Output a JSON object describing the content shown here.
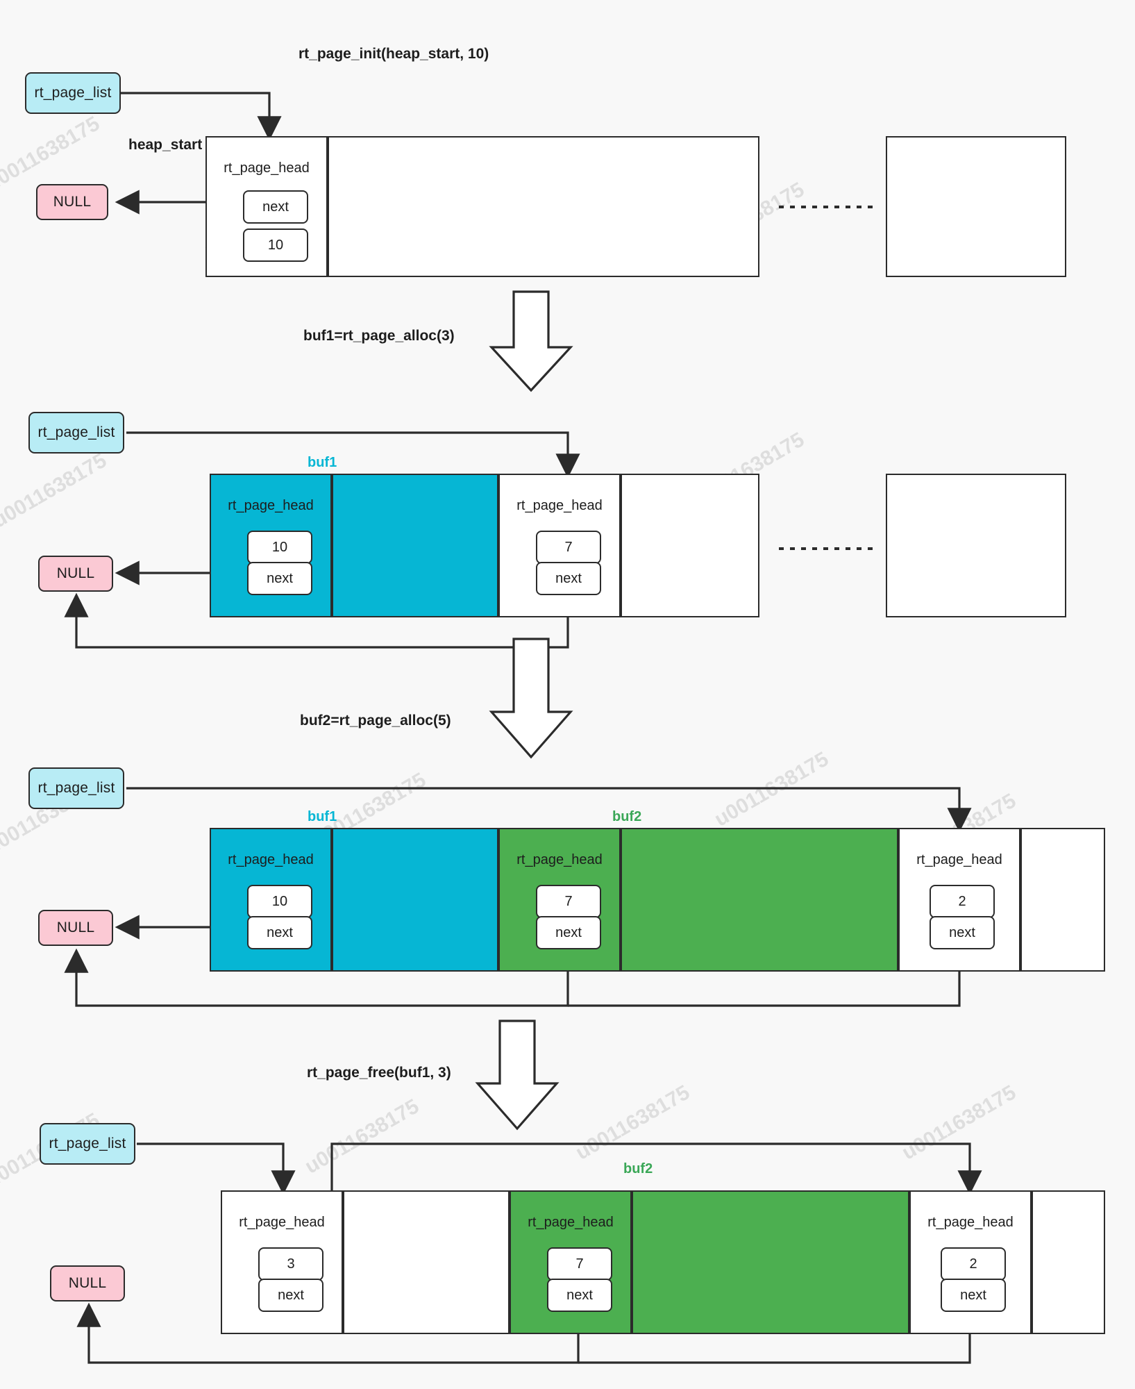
{
  "page": {
    "background": "#f8f8f8",
    "watermark_text": "u0011638175"
  },
  "colors": {
    "buf1": "#06b6d4",
    "buf2": "#4caf50",
    "list_box": "#b8ecf5",
    "null_box": "#fbc9d4",
    "stroke": "#2b2b2b"
  },
  "labels": {
    "rt_page_list": "rt_page_list",
    "null": "NULL",
    "rt_page_head": "rt_page_head",
    "next": "next",
    "heap_start": "heap_start",
    "buf1": "buf1",
    "buf2": "buf2"
  },
  "steps": [
    {
      "id": "step-init",
      "caption": "rt_page_init(heap_start, 10)",
      "heads": [
        {
          "name": "head-a",
          "value": "10",
          "fields_order": [
            "next",
            "10"
          ]
        }
      ]
    },
    {
      "id": "step-alloc-buf1",
      "caption": "buf1=rt_page_alloc(3)",
      "heads": [
        {
          "name": "head-a",
          "value": "10",
          "fields_order": [
            "10",
            "next"
          ]
        },
        {
          "name": "head-b",
          "value": "7",
          "fields_order": [
            "7",
            "next"
          ]
        }
      ]
    },
    {
      "id": "step-alloc-buf2",
      "caption": "buf2=rt_page_alloc(5)",
      "heads": [
        {
          "name": "head-a",
          "value": "10",
          "fields_order": [
            "10",
            "next"
          ]
        },
        {
          "name": "head-b",
          "value": "7",
          "fields_order": [
            "7",
            "next"
          ]
        },
        {
          "name": "head-c",
          "value": "2",
          "fields_order": [
            "2",
            "next"
          ]
        }
      ]
    },
    {
      "id": "step-free-buf1",
      "caption": "rt_page_free(buf1, 3)",
      "heads": [
        {
          "name": "head-a",
          "value": "3",
          "fields_order": [
            "3",
            "next"
          ]
        },
        {
          "name": "head-b",
          "value": "7",
          "fields_order": [
            "7",
            "next"
          ]
        },
        {
          "name": "head-c",
          "value": "2",
          "fields_order": [
            "2",
            "next"
          ]
        }
      ]
    }
  ],
  "s1": {
    "caption": "rt_page_init(heap_start, 10)",
    "list": "rt_page_list",
    "null": "NULL",
    "heap_start": "heap_start",
    "head": "rt_page_head",
    "next": "next",
    "size": "10"
  },
  "s2": {
    "caption": "buf1=rt_page_alloc(3)",
    "list": "rt_page_list",
    "null": "NULL",
    "buf1": "buf1",
    "head1": "rt_page_head",
    "size1": "10",
    "next1": "next",
    "head2": "rt_page_head",
    "size2": "7",
    "next2": "next"
  },
  "s3": {
    "caption": "buf2=rt_page_alloc(5)",
    "list": "rt_page_list",
    "null": "NULL",
    "buf1": "buf1",
    "buf2": "buf2",
    "head1": "rt_page_head",
    "size1": "10",
    "next1": "next",
    "head2": "rt_page_head",
    "size2": "7",
    "next2": "next",
    "head3": "rt_page_head",
    "size3": "2",
    "next3": "next"
  },
  "s4": {
    "caption": "rt_page_free(buf1, 3)",
    "list": "rt_page_list",
    "null": "NULL",
    "buf2": "buf2",
    "head1": "rt_page_head",
    "size1": "3",
    "next1": "next",
    "head2": "rt_page_head",
    "size2": "7",
    "next2": "next",
    "head3": "rt_page_head",
    "size3": "2",
    "next3": "next"
  }
}
